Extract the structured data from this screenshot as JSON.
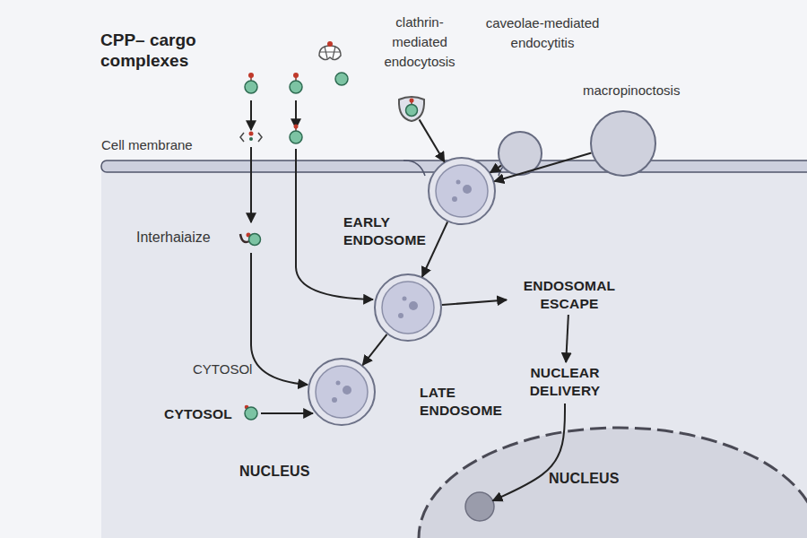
{
  "diagram": {
    "title": "CPP– cargo complexes",
    "nodes": [
      {
        "text": [
          "clathrin- mediated endocytosis"
        ]
      },
      {
        "text": [
          "caveolae-mediated endocytitis"
        ]
      },
      {
        "text": [
          "macropinoctosis"
        ]
      },
      {
        "text": [
          "EARLY ENDOSOME"
        ]
      },
      {
        "text": []
      },
      {
        "text": [
          "ENDOSOMAL ESCAPE"
        ]
      },
      {
        "text": [
          "LATE ENDOSOME"
        ]
      },
      {
        "text": [
          "NUCLEAR DELIVERY"
        ]
      },
      {
        "text": [
          "NUCLEUS"
        ]
      }
    ],
    "edges": [
      {
        "from": 0,
        "to": 3,
        "arrow": "to"
      },
      {
        "from": 1,
        "to": 3,
        "arrow": "to"
      },
      {
        "from": 2,
        "to": 3,
        "arrow": "to"
      },
      {
        "from": 3,
        "to": 4,
        "arrow": "to"
      },
      {
        "from": 4,
        "to": 5,
        "arrow": "to"
      },
      {
        "from": 4,
        "to": 6,
        "arrow": "to"
      },
      {
        "from": 5,
        "to": 7,
        "arrow": "to"
      },
      {
        "from": 7,
        "to": 8,
        "arrow": "to"
      }
    ],
    "labels": [
      "Cell membrane",
      "Interhaiaize",
      "CYTOSOl",
      "CYTOSOL",
      "NUCLEUS"
    ]
  }
}
